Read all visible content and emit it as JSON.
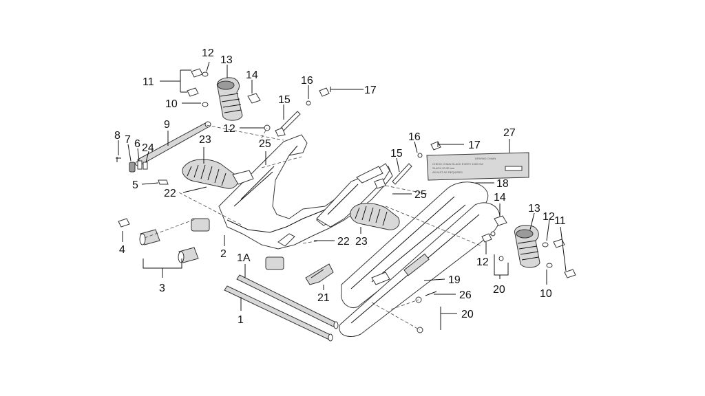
{
  "labels": [
    {
      "id": "l13a",
      "text": "13"
    },
    {
      "id": "l12a",
      "text": "12"
    },
    {
      "id": "l14a",
      "text": "14"
    },
    {
      "id": "l11a",
      "text": "11"
    },
    {
      "id": "l10a",
      "text": "10"
    },
    {
      "id": "l16a",
      "text": "16"
    },
    {
      "id": "l17a",
      "text": "17"
    },
    {
      "id": "l15a",
      "text": "15"
    },
    {
      "id": "l12b",
      "text": "12"
    },
    {
      "id": "l9",
      "text": "9"
    },
    {
      "id": "l8",
      "text": "8"
    },
    {
      "id": "l7",
      "text": "7"
    },
    {
      "id": "l6",
      "text": "6"
    },
    {
      "id": "l24",
      "text": "24"
    },
    {
      "id": "l23a",
      "text": "23"
    },
    {
      "id": "l25a",
      "text": "25"
    },
    {
      "id": "l5",
      "text": "5"
    },
    {
      "id": "l22a",
      "text": "22"
    },
    {
      "id": "l27",
      "text": "27"
    },
    {
      "id": "l16b",
      "text": "16"
    },
    {
      "id": "l17b",
      "text": "17"
    },
    {
      "id": "l15b",
      "text": "15"
    },
    {
      "id": "l18",
      "text": "18"
    },
    {
      "id": "l25b",
      "text": "25"
    },
    {
      "id": "l14b",
      "text": "14"
    },
    {
      "id": "l13b",
      "text": "13"
    },
    {
      "id": "l12c",
      "text": "12"
    },
    {
      "id": "l11b",
      "text": "11"
    },
    {
      "id": "l4",
      "text": "4"
    },
    {
      "id": "l2",
      "text": "2"
    },
    {
      "id": "l1A",
      "text": "1A"
    },
    {
      "id": "l22b",
      "text": "22"
    },
    {
      "id": "l23b",
      "text": "23"
    },
    {
      "id": "l12d",
      "text": "12"
    },
    {
      "id": "l3",
      "text": "3"
    },
    {
      "id": "l19",
      "text": "19"
    },
    {
      "id": "l20a",
      "text": "20"
    },
    {
      "id": "l10b",
      "text": "10"
    },
    {
      "id": "l21",
      "text": "21"
    },
    {
      "id": "l26",
      "text": "26"
    },
    {
      "id": "l20b",
      "text": "20"
    },
    {
      "id": "l1",
      "text": "1"
    }
  ]
}
